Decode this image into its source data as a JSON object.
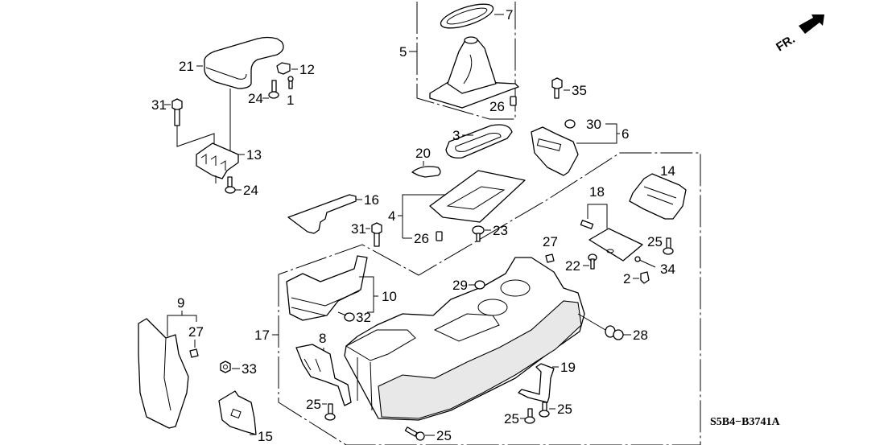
{
  "diagram": {
    "title": "Console (center) parts diagram",
    "diagram_code": "S5B4−B3741A",
    "orientation_label": "FR.",
    "orientation_icon": "front-arrow-icon",
    "callouts": {
      "c1": "1",
      "c2": "2",
      "c3": "3",
      "c4": "4",
      "c5": "5",
      "c6": "6",
      "c7": "7",
      "c8": "8",
      "c9": "9",
      "c10": "10",
      "c12": "12",
      "c13": "13",
      "c14": "14",
      "c15": "15",
      "c16": "16",
      "c17": "17",
      "c18": "18",
      "c19": "19",
      "c20": "20",
      "c21": "21",
      "c22": "22",
      "c23": "23",
      "c24a": "24",
      "c24b": "24",
      "c25a": "25",
      "c25b": "25",
      "c25c": "25",
      "c25d": "25",
      "c25e": "25",
      "c26a": "26",
      "c26b": "26",
      "c27a": "27",
      "c27b": "27",
      "c28": "28",
      "c29": "29",
      "c30": "30",
      "c31a": "31",
      "c31b": "31",
      "c32": "32",
      "c33": "33",
      "c34": "34",
      "c35": "35"
    }
  }
}
